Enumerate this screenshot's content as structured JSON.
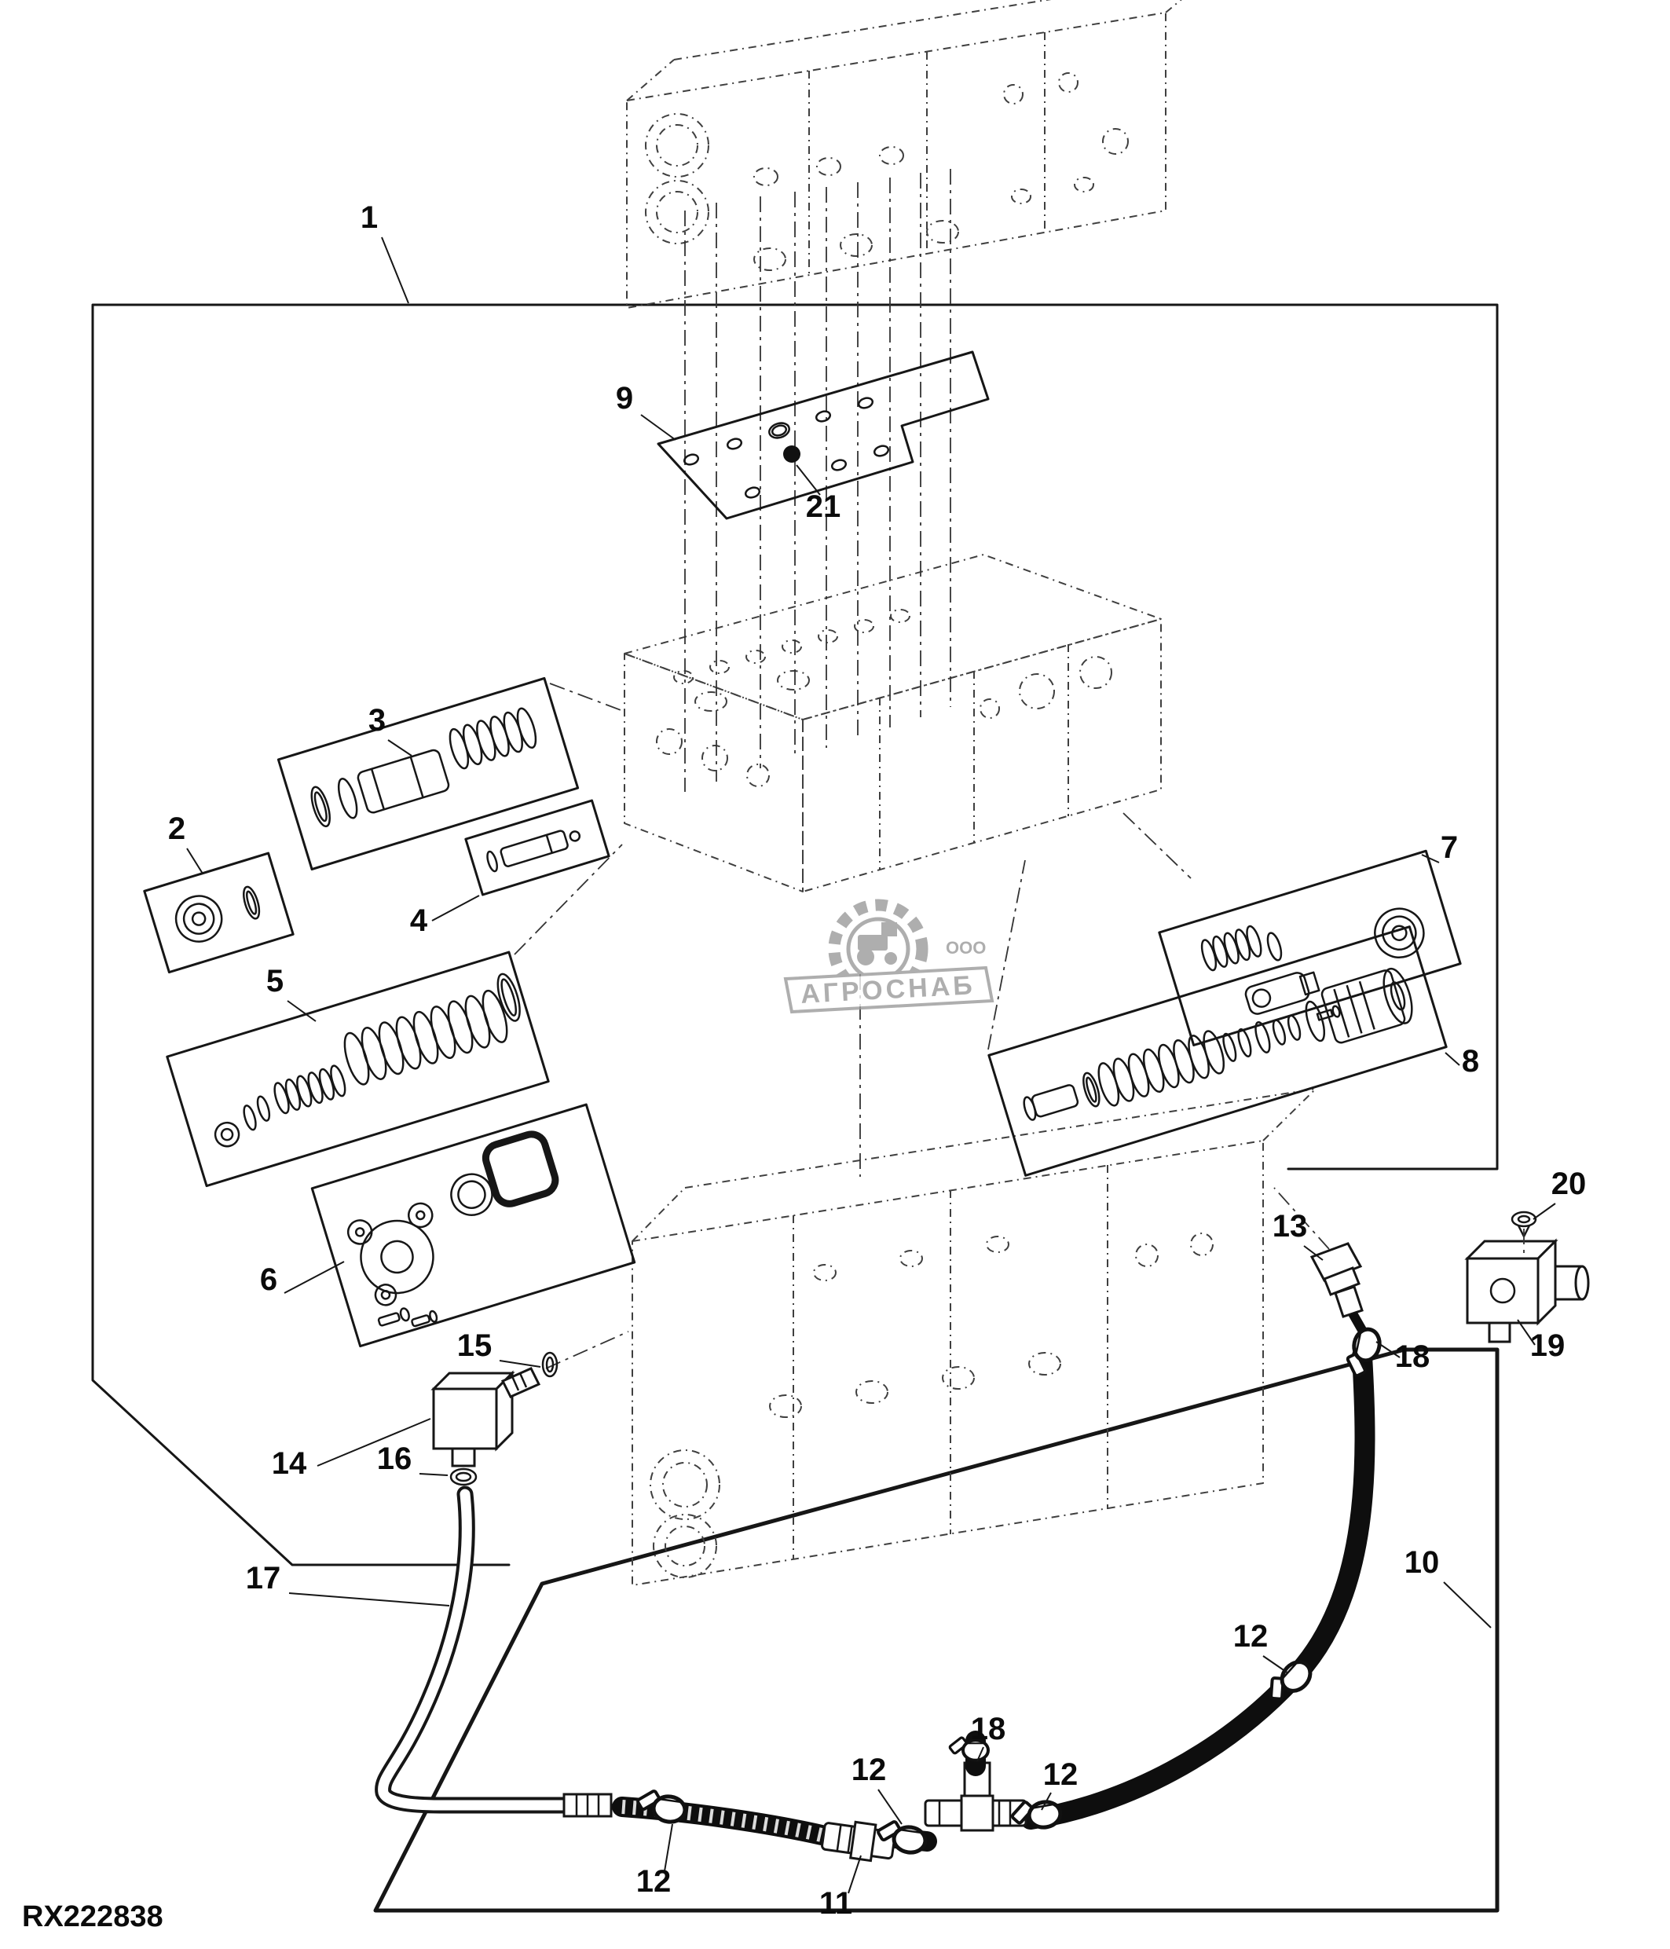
{
  "drawing": {
    "reference": "RX222838",
    "watermark": {
      "org_prefix": "ООО",
      "org_name": "АГРОСНАБ"
    },
    "callouts": [
      {
        "label": "1"
      },
      {
        "label": "9"
      },
      {
        "label": "21"
      },
      {
        "label": "2"
      },
      {
        "label": "3"
      },
      {
        "label": "4"
      },
      {
        "label": "5"
      },
      {
        "label": "6"
      },
      {
        "label": "7"
      },
      {
        "label": "8"
      },
      {
        "label": "13"
      },
      {
        "label": "18"
      },
      {
        "label": "19"
      },
      {
        "label": "20"
      },
      {
        "label": "10"
      },
      {
        "label": "14"
      },
      {
        "label": "15"
      },
      {
        "label": "16"
      },
      {
        "label": "17"
      },
      {
        "label": "12"
      },
      {
        "label": "11"
      },
      {
        "label": "12"
      },
      {
        "label": "18"
      },
      {
        "label": "12"
      },
      {
        "label": "12"
      }
    ]
  }
}
